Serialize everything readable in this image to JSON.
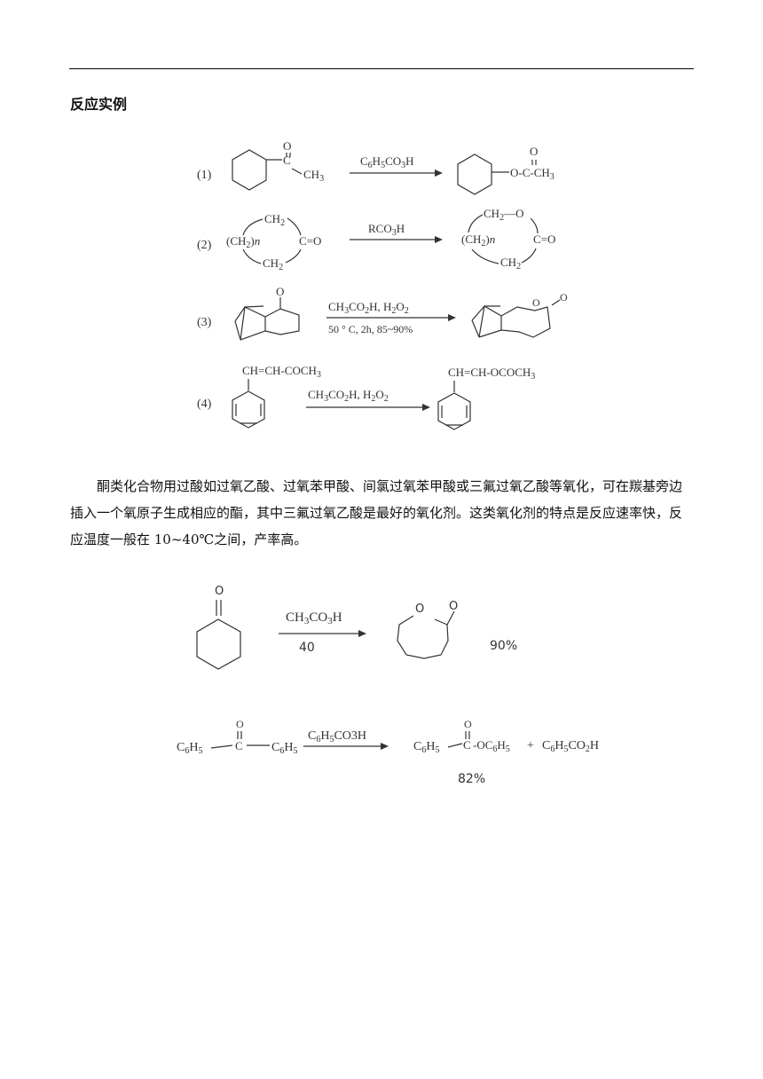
{
  "document": {
    "section_title": "反应实例",
    "paragraph": "酮类化合物用过酸如过氧乙酸、过氧苯甲酸、间氯过氧苯甲酸或三氟过氧乙酸等氧化，可在羰基旁边插入一个氧原子生成相应的酯，其中三氟过氧乙酸是最好的氧化剂。这类氧化剂的特点是反应速率快，反应温度一般在 10~40℃之间，产率高。"
  },
  "reactions_top": [
    {
      "number": "(1)",
      "reagent": "C6H5CO3H"
    },
    {
      "number": "(2)",
      "reagent": "RCO3H"
    },
    {
      "number": "(3)",
      "reagent_line1": "CH3CO2H, H2O2",
      "reagent_line2": "50 ° C, 2h,  85~90%"
    },
    {
      "number": "(4)",
      "reagent": "CH3CO2H, H2O2"
    }
  ],
  "reaction_cyclohexanone": {
    "reagent": "CH3CO3H",
    "condition": "40",
    "yield": "90%"
  },
  "reaction_benzophenone": {
    "reactant_left": "C6H5",
    "reactant_right": "C6H5",
    "reagent": "C6H5CO3H",
    "product_left": "C6H5",
    "product_right": "-OC6H5",
    "plus": "+",
    "byproduct": "C6H5CO2H",
    "yield": "82%"
  }
}
